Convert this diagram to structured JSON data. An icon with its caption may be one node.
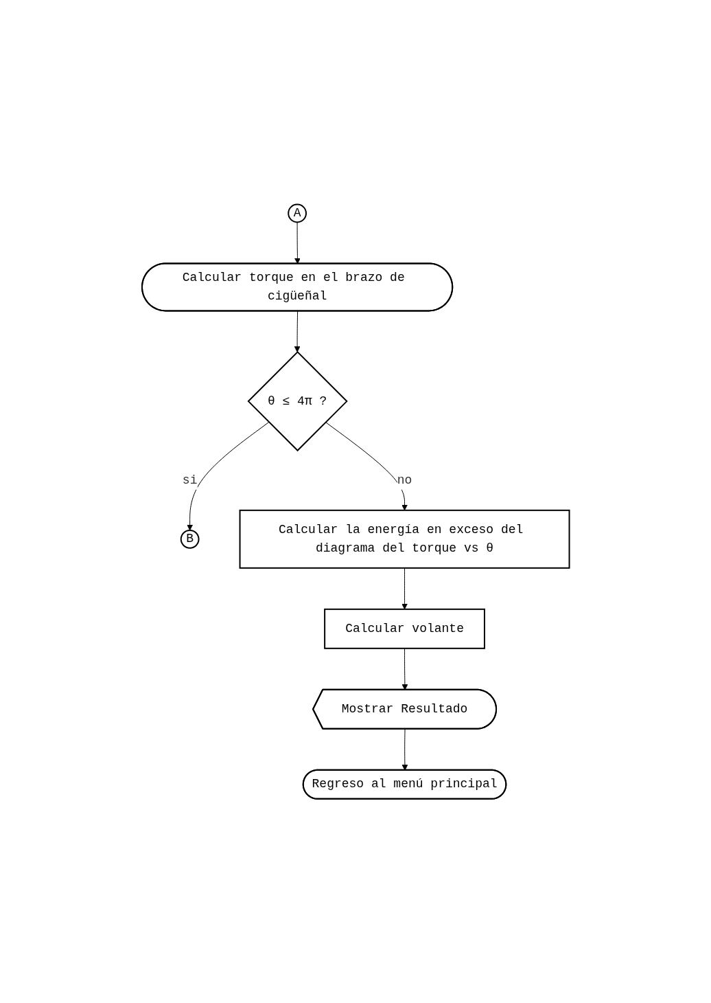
{
  "diagram": {
    "nodes": [
      {
        "text": [
          "A"
        ]
      },
      {
        "text": [
          "B"
        ]
      },
      {
        "text": [
          "Calcular torque en el brazo de cigüeñal"
        ]
      },
      {
        "text": [
          "θ ≤ 4π ?"
        ]
      },
      {
        "text": [
          "Calcular la energía en exceso del diagrama del torque vs θ"
        ]
      },
      {
        "text": [
          "Calcular volante"
        ]
      },
      {
        "text": [
          "Mostrar Resultado"
        ]
      },
      {
        "text": [
          "Regreso al menú principal"
        ]
      }
    ],
    "edges": [
      {
        "from": 0,
        "to": 2,
        "arrow": "to"
      },
      {
        "from": 2,
        "to": 3,
        "arrow": "to"
      },
      {
        "from": 3,
        "to": 1,
        "arrow": "to",
        "label": "si"
      },
      {
        "from": 3,
        "to": 4,
        "arrow": "to",
        "label": "no"
      },
      {
        "from": 4,
        "to": 5,
        "arrow": "to"
      },
      {
        "from": 5,
        "to": 6,
        "arrow": "to"
      },
      {
        "from": 6,
        "to": 7,
        "arrow": "to"
      }
    ]
  }
}
